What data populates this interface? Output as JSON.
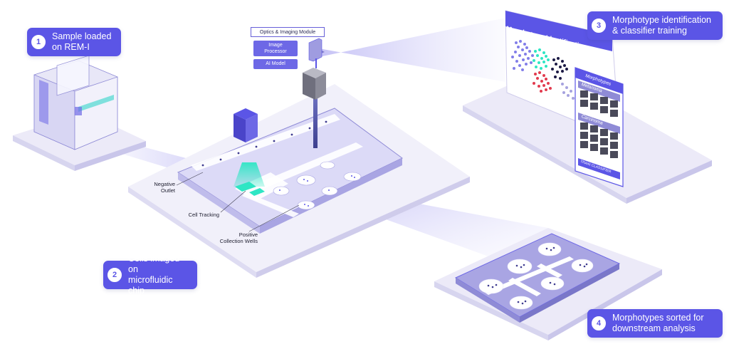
{
  "steps": [
    {
      "num": "1",
      "text": "Sample loaded\non REM-I"
    },
    {
      "num": "2",
      "text": "Cells imaged on\nmicrofluidic chip"
    },
    {
      "num": "3",
      "text": "Morphotype identification\n& classifier training"
    },
    {
      "num": "4",
      "text": "Morphotypes sorted for\ndownstream analysis"
    }
  ],
  "module": {
    "title": "Optics & Imaging Module",
    "image_processor": "Image\nProcessor",
    "ai_model": "AI Model"
  },
  "chip_labels": {
    "negative_outlet": "Negative\nOutlet",
    "cell_tracking": "Cell Tracking",
    "positive_wells": "Positive\nCollection Wells"
  },
  "panel": {
    "title": "Morphotype Identification",
    "side_title": "Morphotypes",
    "group1": "Melanoma",
    "group2": "Carcinoma",
    "train_button": "TRAIN CLASSIFIER"
  },
  "colors": {
    "accent": "#5b55e6",
    "light_purple": "#e9e8fb",
    "cyan": "#2ee6c4",
    "red": "#e23b4e",
    "navy": "#1c1a45"
  }
}
